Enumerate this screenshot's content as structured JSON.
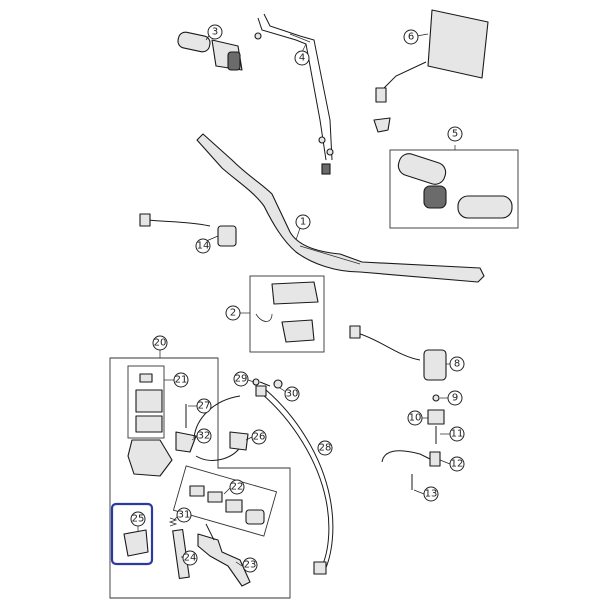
{
  "diagram": {
    "callouts": [
      {
        "id": "c1",
        "label": "1"
      },
      {
        "id": "c2",
        "label": "2"
      },
      {
        "id": "c3",
        "label": "3"
      },
      {
        "id": "c4",
        "label": "4"
      },
      {
        "id": "c5",
        "label": "5"
      },
      {
        "id": "c6",
        "label": "6"
      },
      {
        "id": "c8",
        "label": "8"
      },
      {
        "id": "c9",
        "label": "9"
      },
      {
        "id": "c10",
        "label": "10"
      },
      {
        "id": "c11",
        "label": "11"
      },
      {
        "id": "c12",
        "label": "12"
      },
      {
        "id": "c13",
        "label": "13"
      },
      {
        "id": "c14",
        "label": "14"
      },
      {
        "id": "c20",
        "label": "20"
      },
      {
        "id": "c21",
        "label": "21"
      },
      {
        "id": "c22",
        "label": "22"
      },
      {
        "id": "c23",
        "label": "23"
      },
      {
        "id": "c24",
        "label": "24"
      },
      {
        "id": "c25",
        "label": "25"
      },
      {
        "id": "c26",
        "label": "26"
      },
      {
        "id": "c27",
        "label": "27"
      },
      {
        "id": "c28",
        "label": "28"
      },
      {
        "id": "c29",
        "label": "29"
      },
      {
        "id": "c30",
        "label": "30"
      },
      {
        "id": "c31",
        "label": "31"
      },
      {
        "id": "c32",
        "label": "32"
      }
    ],
    "highlight_color": "#2b3a9e"
  }
}
